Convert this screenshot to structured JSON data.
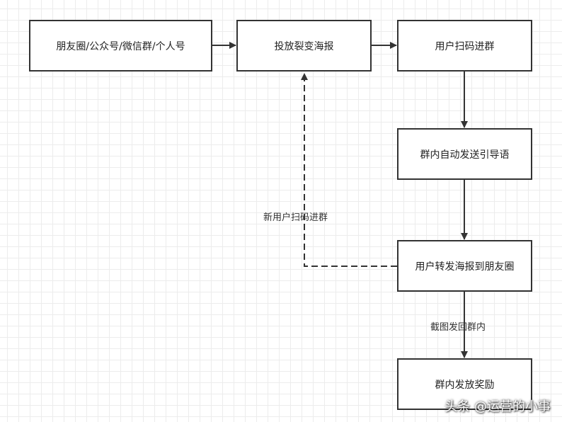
{
  "nodes": {
    "channels": "朋友圈/公众号/微信群/个人号",
    "poster": "投放裂变海报",
    "scan_join": "用户扫码进群",
    "auto_message": "群内自动发送引导语",
    "share_poster": "用户转发海报到朋友圈",
    "reward": "群内发放奖励"
  },
  "edges": {
    "new_user_scan": "新用户扫码进群",
    "screenshot_back": "截图发回群内"
  },
  "watermark": "头条 @运营的小事",
  "colors": {
    "box_border": "#333333",
    "arrow": "#333333",
    "grid": "#ececec"
  }
}
